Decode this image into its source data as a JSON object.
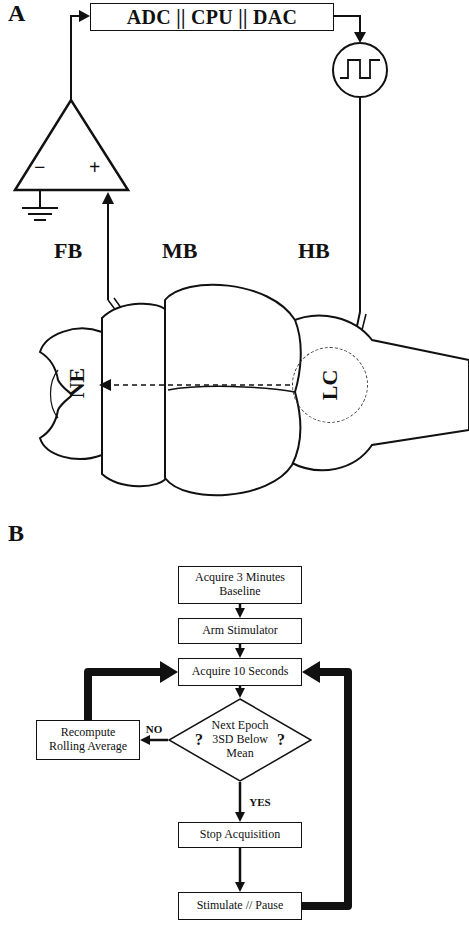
{
  "diagram": {
    "nodes": [
      {
        "text": [
          "ADC || CPU || DAC"
        ]
      },
      {
        "text": [
          "LC"
        ]
      },
      {
        "text": [
          "Acquire 3 Minutes Baseline"
        ]
      },
      {
        "text": [
          "Arm Stimulator"
        ]
      },
      {
        "text": [
          "Acquire 10 Seconds"
        ]
      },
      {
        "text": [
          "?",
          "Next Epoch 3SD Below Mean",
          "?"
        ]
      },
      {
        "text": [
          "Recompute Rolling Average"
        ]
      },
      {
        "text": [
          "Stop Acquisition"
        ]
      },
      {
        "text": [
          "Stimulate // Pause"
        ]
      }
    ],
    "edges": [
      {
        "from": 2,
        "to": 3,
        "arrow": "to"
      },
      {
        "from": 3,
        "to": 4,
        "arrow": "to"
      },
      {
        "from": 4,
        "to": 5,
        "arrow": "to"
      },
      {
        "from": 5,
        "to": 6,
        "label": "NO",
        "arrow": "to"
      },
      {
        "from": 6,
        "to": 4,
        "arrow": "to"
      },
      {
        "from": 5,
        "to": 7,
        "label": "YES",
        "arrow": "to"
      },
      {
        "from": 7,
        "to": 8,
        "arrow": "to"
      },
      {
        "from": 8,
        "to": 4,
        "arrow": "to"
      }
    ],
    "labels": [
      "A",
      "FB",
      "MB",
      "HB",
      "−",
      "+",
      "NE",
      "B"
    ]
  }
}
